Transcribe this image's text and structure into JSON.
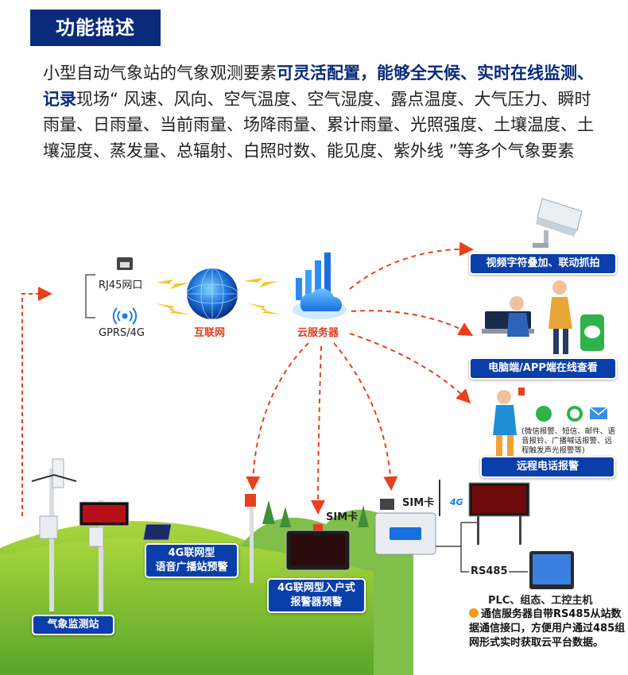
{
  "section_title": "功能描述",
  "description": {
    "p1": "小型自动气象站的气象观测要素",
    "hl1": "可灵活配置，能够全天候、实时在线监测、记录",
    "p2": "现场“ 风速、风向、空气温度、空气湿度、露点温度、大气压力、瞬时雨量、日雨量、当前雨量、场降雨量、累计雨量、光照强度、土壤温度、土壤湿度、蒸发量、总辐射、白照时数、能见度、紫外线 ”等多个气象要素"
  },
  "network": {
    "rj45": "RJ45网口",
    "gprs": "GPRS/4G",
    "internet": "互联网",
    "cloud": "云服务器"
  },
  "outputs": {
    "video": "视频字符叠加、联动抓拍",
    "app": "电脑端/APP端在线查看",
    "alarm_desc": "(微信报警、短信、邮件、语音报铃、广播喊话报警、远程触发声光报警等)",
    "alarm": "远程电话报警"
  },
  "devices": {
    "station": "气象监测站",
    "broadcast": "4G联网型\n语音广播站预警",
    "indoor_alarm": "4G联网型入户式\n报警器预警",
    "sim1": "SIM卡",
    "sim2": "SIM卡",
    "badge_4g": "4G",
    "rs485": "RS485",
    "plc": "PLC、组态、工控主机"
  },
  "note": "通信服务器自带RS485从站数据通信接口，方便用户通过485组网形式实时获取云平台数据。",
  "colors": {
    "navy": "#0a2b7c",
    "label_blue": "#0a3ea8",
    "arrow_red": "#e8401c",
    "grass": "#8cc63f"
  }
}
